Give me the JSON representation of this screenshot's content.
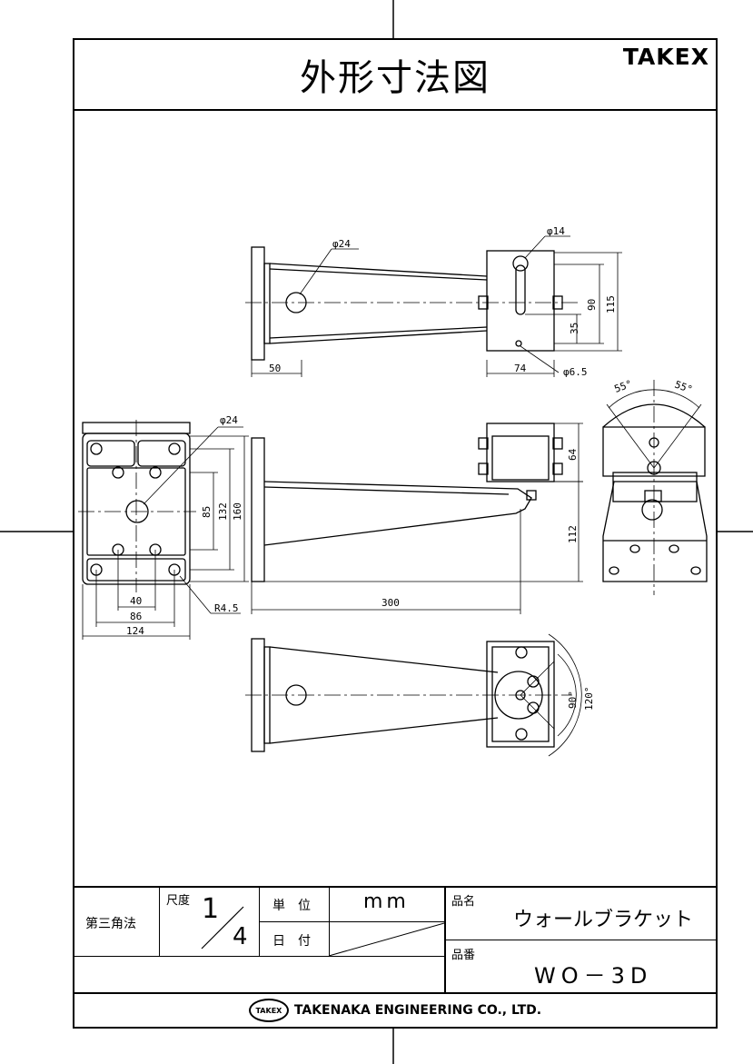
{
  "title": "外形寸法図",
  "brand": "TAKEX",
  "dimensions": {
    "top_view": {
      "phi24": "φ24",
      "phi14": "φ14",
      "phi6_5": "φ6.5",
      "d50": "50",
      "d74": "74",
      "d90": "90",
      "d115": "115",
      "d35": "35"
    },
    "front_left": {
      "phi24": "φ24",
      "d85": "85",
      "d132": "132",
      "d160": "160",
      "d40": "40",
      "d86": "86",
      "d124": "124",
      "r45": "R4.5"
    },
    "side_view": {
      "d64": "64",
      "d112": "112",
      "d300": "300"
    },
    "right_view": {
      "a55l": "55°",
      "a55r": "55°"
    },
    "bottom_view": {
      "a90": "90°",
      "a120": "120°"
    }
  },
  "title_block": {
    "projection": "第三角法",
    "scale_label": "尺度",
    "scale_num": "1",
    "scale_den": "4",
    "unit_label": "単　位",
    "unit_value": "mm",
    "date_label": "日　付",
    "product_name_label": "品名",
    "product_name": "ウォールブラケット",
    "product_no_label": "品番",
    "product_no": "WO－3D",
    "company_logo": "TAKEX",
    "company": "TAKENAKA ENGINEERING CO., LTD."
  }
}
